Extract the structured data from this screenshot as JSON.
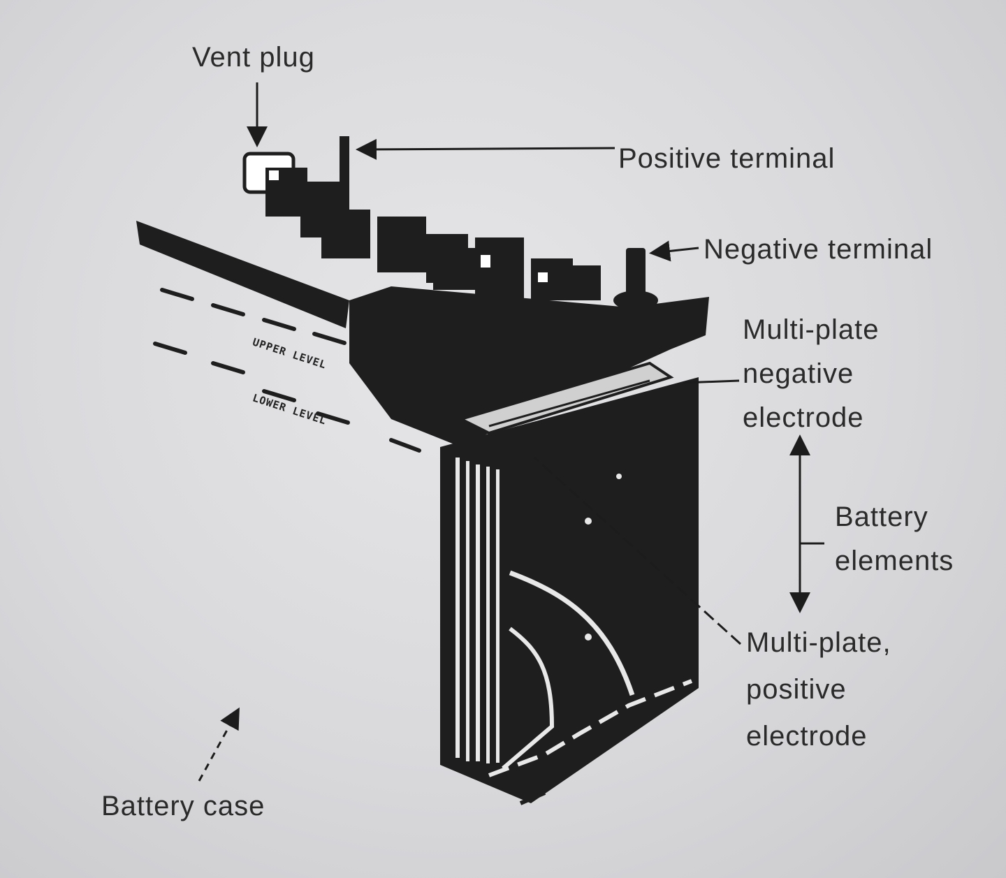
{
  "labels": {
    "vent_plug": "Vent plug",
    "positive_terminal": "Positive terminal",
    "negative_terminal": "Negative terminal",
    "negative_electrode": [
      "Multi-plate",
      "negative",
      "electrode"
    ],
    "battery_elements": [
      "Battery",
      "elements"
    ],
    "positive_electrode": [
      "Multi-plate,",
      "positive",
      "electrode"
    ],
    "battery_case": "Battery case"
  },
  "level_marks": {
    "upper": "UPPER LEVEL",
    "lower": "LOWER LEVEL"
  },
  "colors": {
    "paper": "#dcdcdf",
    "ink": "#1c1c1c",
    "text": "#2a2a2a"
  }
}
